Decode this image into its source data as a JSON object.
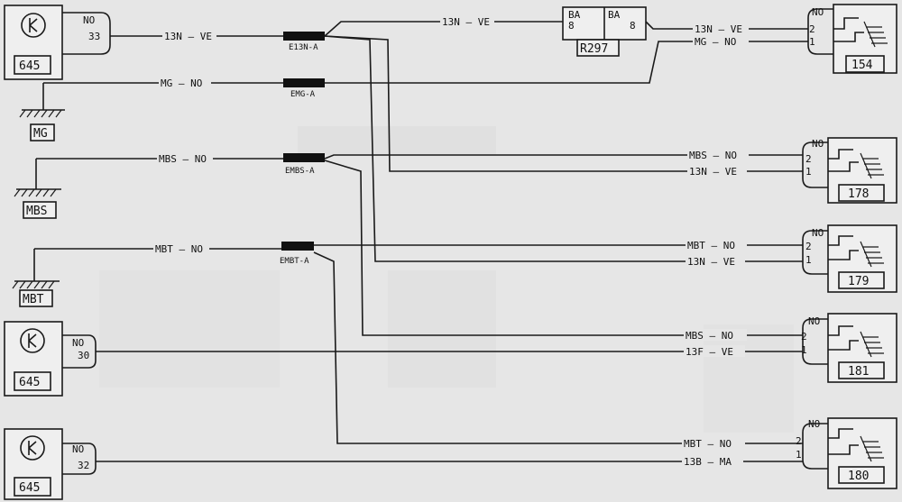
{
  "components": {
    "c645_top": {
      "label": "645",
      "pin_color": "NO",
      "pin_num": "33"
    },
    "c645_mid": {
      "label": "645",
      "pin_color": "NO",
      "pin_num": "30"
    },
    "c645_bot": {
      "label": "645",
      "pin_color": "NO",
      "pin_num": "32"
    },
    "r297": {
      "label": "R297",
      "left_label": "BA",
      "left_pin": "8",
      "right_label": "BA",
      "right_pin": "8"
    },
    "c154": {
      "label": "154",
      "pin_color": "NO",
      "pin1": "1",
      "pin2": "2"
    },
    "c178": {
      "label": "178",
      "pin_color": "NO",
      "pin1": "1",
      "pin2": "2"
    },
    "c179": {
      "label": "179",
      "pin_color": "NO",
      "pin1": "1",
      "pin2": "2"
    },
    "c181": {
      "label": "181",
      "pin_color": "NO",
      "pin1": "1",
      "pin2": "2"
    },
    "c180": {
      "label": "180",
      "pin_color": "NO",
      "pin1": "1",
      "pin2": "2"
    }
  },
  "grounds": {
    "mg": "MG",
    "mbs": "MBS",
    "mbt": "MBT"
  },
  "splices": {
    "e13n": "E13N-A",
    "emg": "EMG-A",
    "embs": "EMBS-A",
    "embt": "EMBT-A"
  },
  "wires": {
    "w1": "13N — VE",
    "w2": "13N — VE",
    "w3": "13N — VE",
    "w4": "MG — NO",
    "w5": "MG — NO",
    "w6": "MBS — NO",
    "w7": "MBS — NO",
    "w8": "13N — VE",
    "w9": "MBT — NO",
    "w10": "MBT — NO",
    "w11": "13N — VE",
    "w12": "MBS — NO",
    "w13": "13F — VE",
    "w14": "MBT — NO",
    "w15": "13B — MA"
  }
}
